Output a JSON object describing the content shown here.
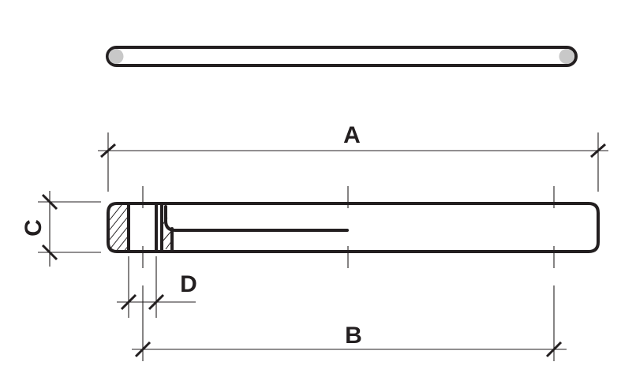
{
  "diagram": {
    "labels": {
      "a": "A",
      "b": "B",
      "c": "C",
      "d": "D"
    },
    "colors": {
      "ink": "#231f20",
      "ring_section": "#c8c8c8",
      "background": "#ffffff"
    }
  }
}
